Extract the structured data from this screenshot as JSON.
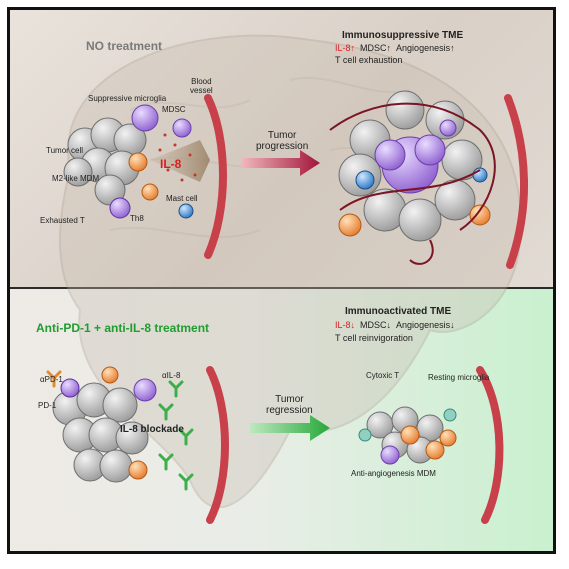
{
  "top": {
    "heading": "NO treatment",
    "tme_title": "Immunosuppressive TME",
    "markers": {
      "il8": "IL-8",
      "mdsc": "MDSC",
      "angio": "Angiogenesis",
      "tcell": "T cell exhaustion"
    },
    "labels": {
      "microglia": "Suppressive microglia",
      "mdsc": "MDSC",
      "blood_vessel": "Blood\nvessel",
      "tumor_cell": "Tumor cell",
      "m2_mdm": "M2-like MDM",
      "il8": "IL-8",
      "mast_cell": "Mast cell",
      "exhausted_t": "Exhausted T",
      "th8": "Th8"
    },
    "arrow_label": "Tumor\nprogression"
  },
  "bottom": {
    "heading": "Anti-PD-1 + anti-IL-8 treatment",
    "tme_title": "Immunoactivated TME",
    "markers": {
      "il8": "IL-8",
      "mdsc": "MDSC",
      "angio": "Angiogenesis",
      "tcell": "T cell reinvigoration"
    },
    "labels": {
      "apd1": "αPD-1",
      "aIL8": "αIL-8",
      "pd1": "PD-1",
      "blockade": "IL-8 blockade",
      "cytotoxic": "Cytoxic T",
      "resting": "Resting microglia",
      "antiangio": "Anti-angiogenesis MDM"
    },
    "arrow_label": "Tumor\nregression"
  },
  "colors": {
    "red": "#d61f1f",
    "green": "#1f9d2f",
    "vessel": "#c8404a",
    "tumor": "#bdbdbd",
    "mdsc": "#9b6fd6",
    "mdm": "#f08a3a"
  }
}
